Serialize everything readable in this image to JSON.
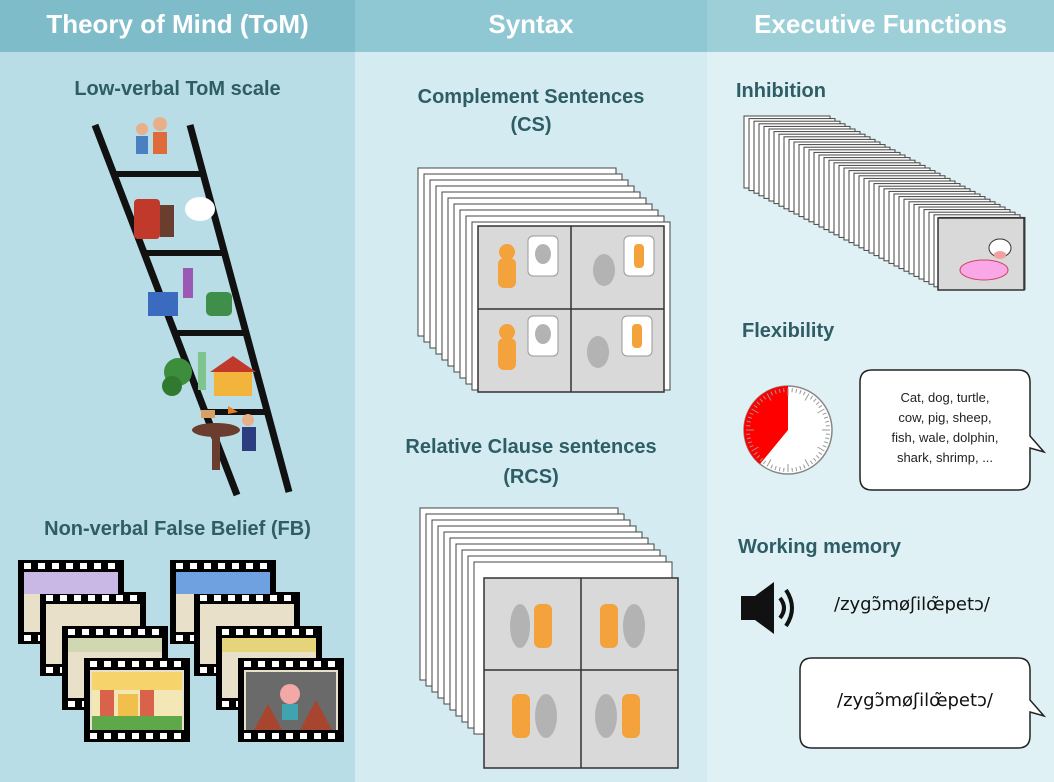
{
  "headers": {
    "tom": "Theory of Mind (ToM)",
    "syntax": "Syntax",
    "ef": "Executive Functions"
  },
  "tom": {
    "ladder_title": "Low-verbal ToM scale",
    "fb_title": "Non-verbal False Belief (FB)"
  },
  "syntax": {
    "cs_title": "Complement Sentences",
    "cs_abbr": "(CS)",
    "rcs_title": "Relative Clause sentences",
    "rcs_abbr": "(RCS)"
  },
  "ef": {
    "inhibition": "Inhibition",
    "flexibility": "Flexibility",
    "flex_words": [
      "Cat, dog, turtle,",
      "cow, pig, sheep,",
      "fish, wale, dolphin,",
      "shark, shrimp, ..."
    ],
    "working_memory": "Working memory",
    "pseudoword": "/zygɔ̃møʃilœ̃petɔ/",
    "pseudoword_repeat": "/zygɔ̃møʃilœ̃petɔ/"
  },
  "colors": {
    "cat": "#f4a23c",
    "sheep": "#b3b3b3",
    "timer_fill": "#ff0000",
    "pig": "#f9a7e6"
  },
  "icons": [
    "ladder-icon",
    "film-strip-icon",
    "picture-card-stack-icon",
    "cat-icon",
    "sheep-icon",
    "cow-icon",
    "pig-icon",
    "timer-icon",
    "speaker-icon",
    "speech-bubble-icon"
  ]
}
